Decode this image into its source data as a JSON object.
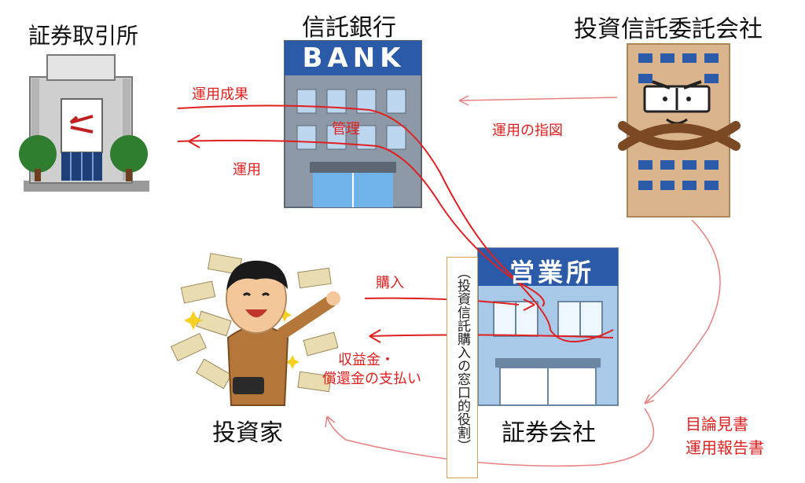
{
  "titles": {
    "exchange": "証券取引所",
    "trust_bank": "信託銀行",
    "management_company": "投資信託委託会社",
    "investor": "投資家",
    "securities_company": "証券会社"
  },
  "building_signs": {
    "bank": "BANK",
    "sales_office": "営業所"
  },
  "labels": {
    "operation_results": "運用成果",
    "management": "管理",
    "operation": "運用",
    "operation_instruction": "運用の指図",
    "purchase": "購入",
    "payout_line1": "収益金・",
    "payout_line2": "償還金の支払い",
    "prospectus": "目論見書",
    "operation_report": "運用報告書"
  },
  "window_role_box": "（投資信託購入の窓口的役割）",
  "colors": {
    "arrow_red": "#e02020",
    "bank_sign": "#2a5aa8",
    "office_sign": "#2a5aa8",
    "management_building": "#d9b48c"
  }
}
